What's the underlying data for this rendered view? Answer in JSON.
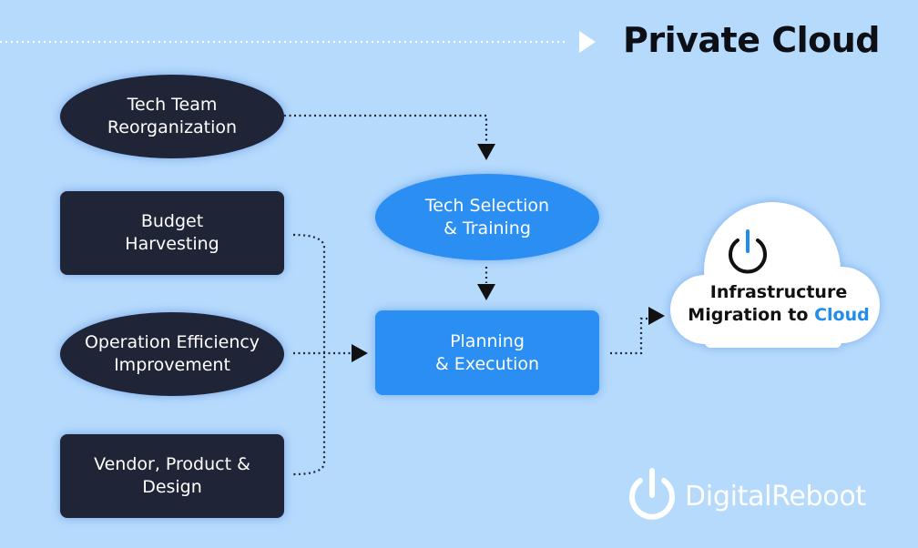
{
  "title": "Private Cloud",
  "nodes": {
    "reorg": "Tech Team\nReorganization",
    "budget": "Budget\nHarvesting",
    "efficiency": "Operation Efficiency\nImprovement",
    "vendor": "Vendor, Product &\nDesign",
    "selection": "Tech Selection\n& Training",
    "planning": "Planning\n& Execution"
  },
  "cloud": {
    "line1": "Infrastructure",
    "line2_prefix": "Migration to ",
    "line2_highlight": "Cloud"
  },
  "brand": "DigitalReboot",
  "colors": {
    "background": "#b5dafc",
    "dark_node": "#1f2437",
    "blue_node": "#2b8ef2",
    "highlight": "#1f8cf0",
    "connector": "#1f2437"
  },
  "icons": [
    "power-icon",
    "arrow-right-icon",
    "arrow-down-icon"
  ]
}
